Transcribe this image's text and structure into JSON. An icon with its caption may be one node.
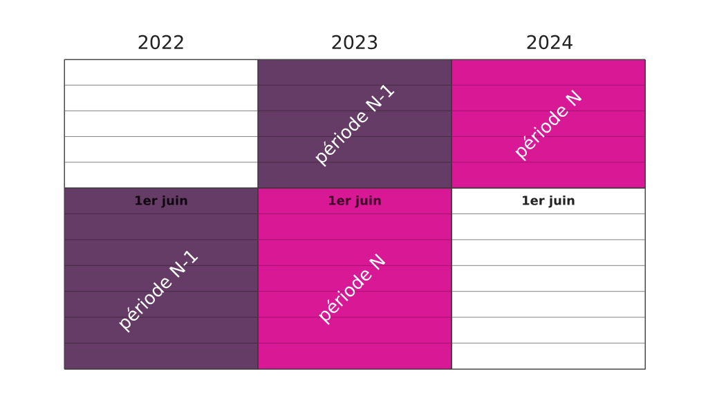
{
  "diagram": {
    "nodes": [
      {
        "text": [],
        "shape": "box"
      },
      {
        "text": [
          "période N-1"
        ]
      },
      {
        "text": [
          "période N"
        ]
      },
      {
        "text": [
          "1er juin",
          "période N-1"
        ]
      },
      {
        "text": [
          "1er juin",
          "période N"
        ]
      },
      {
        "text": [
          "1er juin"
        ]
      }
    ],
    "labels": [
      "2022",
      "2023",
      "2024"
    ]
  }
}
